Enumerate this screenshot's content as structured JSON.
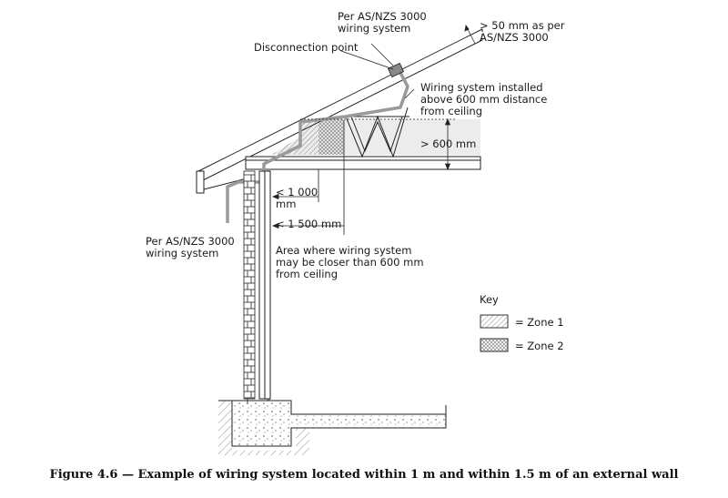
{
  "labels": {
    "per_as_nzs_top": "Per AS/NZS 3000\nwiring system",
    "gt50": "> 50 mm as per\nAS/NZS 3000",
    "disconnection": "Disconnection point",
    "wiring_installed": "Wiring system installed\nabove 600 mm distance\nfrom ceiling",
    "gt600": "> 600 mm",
    "lt1000": "< 1 000\nmm",
    "lt1500": "< 1 500 mm",
    "per_as_nzs_left": "Per AS/NZS 3000\nwiring system",
    "area_closer": "Area where wiring system\nmay be closer than 600 mm\nfrom ceiling"
  },
  "key": {
    "title": "Key",
    "zone1": "= Zone 1",
    "zone2": "= Zone 2"
  },
  "caption": "Figure 4.6 — Example of wiring system located within 1 m and within 1.5 m of an external wall"
}
